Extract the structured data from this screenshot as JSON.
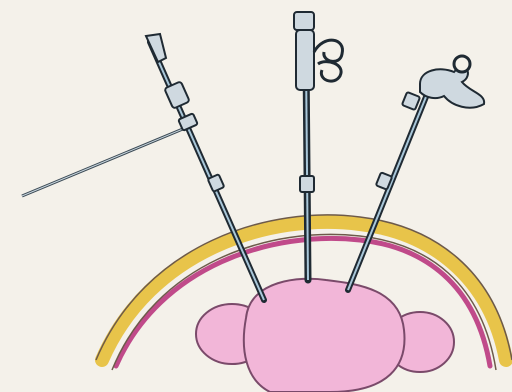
{
  "diagram": {
    "kind": "laparoscopic-illustration",
    "labels": [],
    "colors": {
      "background": "#f4f1ea",
      "fat_layer": "#e8c44a",
      "muscle_layer": "#c04a8a",
      "organ_fill": "#f2b6d8",
      "organ_outline": "#7a4a6a",
      "instrument_shaft": "#1f2a33",
      "instrument_highlight": "#a9c7d9",
      "instrument_metal": "#cfd9e0"
    },
    "parts": [
      {
        "name": "abdominal-wall",
        "visible": true
      },
      {
        "name": "uterus",
        "visible": true
      },
      {
        "name": "left-ovary",
        "visible": true
      },
      {
        "name": "right-ovary",
        "visible": true
      },
      {
        "name": "left-trocar-instrument",
        "visible": true
      },
      {
        "name": "center-scope-instrument",
        "visible": true
      },
      {
        "name": "right-grasper-instrument",
        "visible": true
      },
      {
        "name": "needle-rod",
        "visible": true
      }
    ]
  }
}
